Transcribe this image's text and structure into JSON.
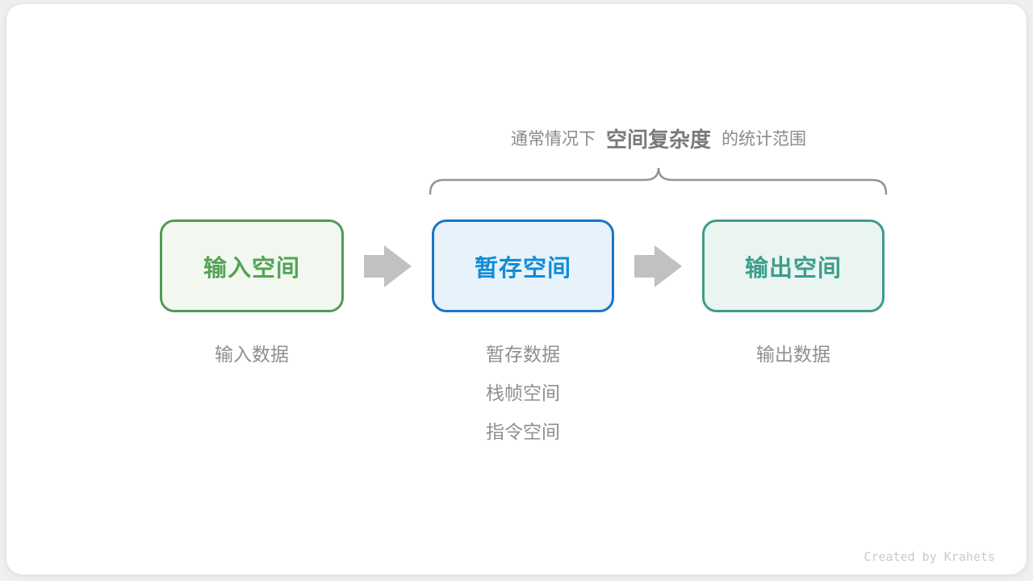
{
  "title": {
    "prefix": "通常情况下",
    "highlight": "空间复杂度",
    "suffix": "的统计范围"
  },
  "boxes": [
    {
      "label": "输入空间",
      "notes": [
        "输入数据"
      ]
    },
    {
      "label": "暂存空间",
      "notes": [
        "暂存数据",
        "栈帧空间",
        "指令空间"
      ]
    },
    {
      "label": "输出空间",
      "notes": [
        "输出数据"
      ]
    }
  ],
  "footer": {
    "credit": "Created by Krahets"
  },
  "colors": {
    "page_bg": "#efefef",
    "card_bg": "#ffffff",
    "title_text": "#8a8a8a",
    "title_highlight": "#7a7a7a",
    "gray_text": "#8f8f8f",
    "brace": "#949494",
    "arrow": "#c1c1c1",
    "credit_text": "#c9c9c9",
    "green_border": "#4f9b52",
    "green_text": "#53a455",
    "green_fill": "#f2f8f0",
    "blue_border": "#1876c7",
    "blue_text": "#118dd8",
    "blue_fill": "#e7f2fb",
    "teal_border": "#3f9b8a",
    "teal_text": "#3c9d8b",
    "teal_fill": "#eaf4f1"
  }
}
